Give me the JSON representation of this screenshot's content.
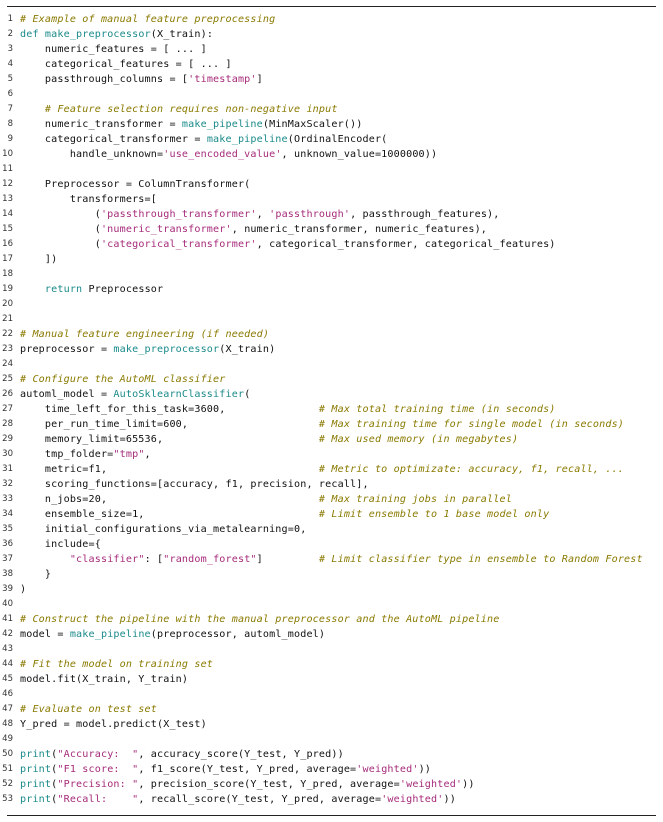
{
  "listing": {
    "lines": [
      {
        "n": "1",
        "tokens": [
          {
            "t": "# Example of manual feature preprocessing",
            "c": "comment"
          }
        ]
      },
      {
        "n": "2",
        "tokens": [
          {
            "t": "def ",
            "c": "keyword"
          },
          {
            "t": "make_preprocessor",
            "c": "func"
          },
          {
            "t": "(X_train):",
            "c": "plain"
          }
        ]
      },
      {
        "n": "3",
        "tokens": [
          {
            "t": "    numeric_features = [ ... ]",
            "c": "plain"
          }
        ]
      },
      {
        "n": "4",
        "tokens": [
          {
            "t": "    categorical_features = [ ... ]",
            "c": "plain"
          }
        ]
      },
      {
        "n": "5",
        "tokens": [
          {
            "t": "    passthrough_columns = [",
            "c": "plain"
          },
          {
            "t": "'timestamp'",
            "c": "string"
          },
          {
            "t": "]",
            "c": "plain"
          }
        ]
      },
      {
        "n": "6",
        "tokens": []
      },
      {
        "n": "7",
        "tokens": [
          {
            "t": "    ",
            "c": "plain"
          },
          {
            "t": "# Feature selection requires non-negative input",
            "c": "comment"
          }
        ]
      },
      {
        "n": "8",
        "tokens": [
          {
            "t": "    numeric_transformer = ",
            "c": "plain"
          },
          {
            "t": "make_pipeline",
            "c": "func"
          },
          {
            "t": "(MinMaxScaler())",
            "c": "plain"
          }
        ]
      },
      {
        "n": "9",
        "tokens": [
          {
            "t": "    categorical_transformer = ",
            "c": "plain"
          },
          {
            "t": "make_pipeline",
            "c": "func"
          },
          {
            "t": "(OrdinalEncoder(",
            "c": "plain"
          }
        ]
      },
      {
        "n": "10",
        "tokens": [
          {
            "t": "        handle_unknown=",
            "c": "plain"
          },
          {
            "t": "'use_encoded_value'",
            "c": "string"
          },
          {
            "t": ", unknown_value=1000000))",
            "c": "plain"
          }
        ]
      },
      {
        "n": "11",
        "tokens": []
      },
      {
        "n": "12",
        "tokens": [
          {
            "t": "    Preprocessor = ColumnTransformer(",
            "c": "plain"
          }
        ]
      },
      {
        "n": "13",
        "tokens": [
          {
            "t": "        transformers=[",
            "c": "plain"
          }
        ]
      },
      {
        "n": "14",
        "tokens": [
          {
            "t": "            (",
            "c": "plain"
          },
          {
            "t": "'passthrough_transformer'",
            "c": "string"
          },
          {
            "t": ", ",
            "c": "plain"
          },
          {
            "t": "'passthrough'",
            "c": "string"
          },
          {
            "t": ", passthrough_features),",
            "c": "plain"
          }
        ]
      },
      {
        "n": "15",
        "tokens": [
          {
            "t": "            (",
            "c": "plain"
          },
          {
            "t": "'numeric_transformer'",
            "c": "string"
          },
          {
            "t": ", numeric_transformer, numeric_features),",
            "c": "plain"
          }
        ]
      },
      {
        "n": "16",
        "tokens": [
          {
            "t": "            (",
            "c": "plain"
          },
          {
            "t": "'categorical_transformer'",
            "c": "string"
          },
          {
            "t": ", categorical_transformer, categorical_features)",
            "c": "plain"
          }
        ]
      },
      {
        "n": "17",
        "tokens": [
          {
            "t": "    ])",
            "c": "plain"
          }
        ]
      },
      {
        "n": "18",
        "tokens": []
      },
      {
        "n": "19",
        "tokens": [
          {
            "t": "    ",
            "c": "plain"
          },
          {
            "t": "return",
            "c": "keyword"
          },
          {
            "t": " Preprocessor",
            "c": "plain"
          }
        ]
      },
      {
        "n": "20",
        "tokens": []
      },
      {
        "n": "21",
        "tokens": []
      },
      {
        "n": "22",
        "tokens": [
          {
            "t": "# Manual feature engineering (if needed)",
            "c": "comment"
          }
        ]
      },
      {
        "n": "23",
        "tokens": [
          {
            "t": "preprocessor = ",
            "c": "plain"
          },
          {
            "t": "make_preprocessor",
            "c": "func"
          },
          {
            "t": "(X_train)",
            "c": "plain"
          }
        ]
      },
      {
        "n": "24",
        "tokens": []
      },
      {
        "n": "25",
        "tokens": [
          {
            "t": "# Configure the AutoML classifier",
            "c": "comment"
          }
        ]
      },
      {
        "n": "26",
        "tokens": [
          {
            "t": "automl_model = ",
            "c": "plain"
          },
          {
            "t": "AutoSklearnClassifier",
            "c": "func"
          },
          {
            "t": "(",
            "c": "plain"
          }
        ]
      },
      {
        "n": "27",
        "tokens": [
          {
            "t": "    time_left_for_this_task=3600,               ",
            "c": "plain"
          },
          {
            "t": "# Max total training time (in seconds)",
            "c": "comment"
          }
        ]
      },
      {
        "n": "28",
        "tokens": [
          {
            "t": "    per_run_time_limit=600,                     ",
            "c": "plain"
          },
          {
            "t": "# Max training time for single model (in seconds)",
            "c": "comment"
          }
        ]
      },
      {
        "n": "29",
        "tokens": [
          {
            "t": "    memory_limit=65536,                         ",
            "c": "plain"
          },
          {
            "t": "# Max used memory (in megabytes)",
            "c": "comment"
          }
        ]
      },
      {
        "n": "30",
        "tokens": [
          {
            "t": "    tmp_folder=",
            "c": "plain"
          },
          {
            "t": "\"tmp\"",
            "c": "string"
          },
          {
            "t": ",",
            "c": "plain"
          }
        ]
      },
      {
        "n": "31",
        "tokens": [
          {
            "t": "    metric=f1,                                  ",
            "c": "plain"
          },
          {
            "t": "# Metric to optimizate: accuracy, f1, recall, ...",
            "c": "comment"
          }
        ]
      },
      {
        "n": "32",
        "tokens": [
          {
            "t": "    scoring_functions=[accuracy, f1, precision, recall],",
            "c": "plain"
          }
        ]
      },
      {
        "n": "33",
        "tokens": [
          {
            "t": "    n_jobs=20,                                  ",
            "c": "plain"
          },
          {
            "t": "# Max training jobs in parallel",
            "c": "comment"
          }
        ]
      },
      {
        "n": "34",
        "tokens": [
          {
            "t": "    ensemble_size=1,                            ",
            "c": "plain"
          },
          {
            "t": "# Limit ensemble to 1 base model only",
            "c": "comment"
          }
        ]
      },
      {
        "n": "35",
        "tokens": [
          {
            "t": "    initial_configurations_via_metalearning=0,",
            "c": "plain"
          }
        ]
      },
      {
        "n": "36",
        "tokens": [
          {
            "t": "    include={",
            "c": "plain"
          }
        ]
      },
      {
        "n": "37",
        "tokens": [
          {
            "t": "        ",
            "c": "plain"
          },
          {
            "t": "\"classifier\"",
            "c": "string"
          },
          {
            "t": ": [",
            "c": "plain"
          },
          {
            "t": "\"random_forest\"",
            "c": "string"
          },
          {
            "t": "]         ",
            "c": "plain"
          },
          {
            "t": "# Limit classifier type in ensemble to Random Forest",
            "c": "comment"
          }
        ]
      },
      {
        "n": "38",
        "tokens": [
          {
            "t": "    }",
            "c": "plain"
          }
        ]
      },
      {
        "n": "39",
        "tokens": [
          {
            "t": ")",
            "c": "plain"
          }
        ]
      },
      {
        "n": "40",
        "tokens": []
      },
      {
        "n": "41",
        "tokens": [
          {
            "t": "# Construct the pipeline with the manual preprocessor and the AutoML pipeline",
            "c": "comment"
          }
        ]
      },
      {
        "n": "42",
        "tokens": [
          {
            "t": "model = ",
            "c": "plain"
          },
          {
            "t": "make_pipeline",
            "c": "func"
          },
          {
            "t": "(preprocessor, automl_model)",
            "c": "plain"
          }
        ]
      },
      {
        "n": "43",
        "tokens": []
      },
      {
        "n": "44",
        "tokens": [
          {
            "t": "# Fit the model on training set",
            "c": "comment"
          }
        ]
      },
      {
        "n": "45",
        "tokens": [
          {
            "t": "model.fit(X_train, Y_train)",
            "c": "plain"
          }
        ]
      },
      {
        "n": "46",
        "tokens": []
      },
      {
        "n": "47",
        "tokens": [
          {
            "t": "# Evaluate on test set",
            "c": "comment"
          }
        ]
      },
      {
        "n": "48",
        "tokens": [
          {
            "t": "Y_pred = model.predict(X_test)",
            "c": "plain"
          }
        ]
      },
      {
        "n": "49",
        "tokens": []
      },
      {
        "n": "50",
        "tokens": [
          {
            "t": "print",
            "c": "builtin"
          },
          {
            "t": "(",
            "c": "plain"
          },
          {
            "t": "\"Accuracy:  \"",
            "c": "string"
          },
          {
            "t": ", accuracy_score(Y_test, Y_pred))",
            "c": "plain"
          }
        ]
      },
      {
        "n": "51",
        "tokens": [
          {
            "t": "print",
            "c": "builtin"
          },
          {
            "t": "(",
            "c": "plain"
          },
          {
            "t": "\"F1 score:  \"",
            "c": "string"
          },
          {
            "t": ", f1_score(Y_test, Y_pred, average=",
            "c": "plain"
          },
          {
            "t": "'weighted'",
            "c": "string"
          },
          {
            "t": "))",
            "c": "plain"
          }
        ]
      },
      {
        "n": "52",
        "tokens": [
          {
            "t": "print",
            "c": "builtin"
          },
          {
            "t": "(",
            "c": "plain"
          },
          {
            "t": "\"Precision: \"",
            "c": "string"
          },
          {
            "t": ", precision_score(Y_test, Y_pred, average=",
            "c": "plain"
          },
          {
            "t": "'weighted'",
            "c": "string"
          },
          {
            "t": "))",
            "c": "plain"
          }
        ]
      },
      {
        "n": "53",
        "tokens": [
          {
            "t": "print",
            "c": "builtin"
          },
          {
            "t": "(",
            "c": "plain"
          },
          {
            "t": "\"Recall:    \"",
            "c": "string"
          },
          {
            "t": ", recall_score(Y_test, Y_pred, average=",
            "c": "plain"
          },
          {
            "t": "'weighted'",
            "c": "string"
          },
          {
            "t": "))",
            "c": "plain"
          }
        ]
      }
    ]
  }
}
